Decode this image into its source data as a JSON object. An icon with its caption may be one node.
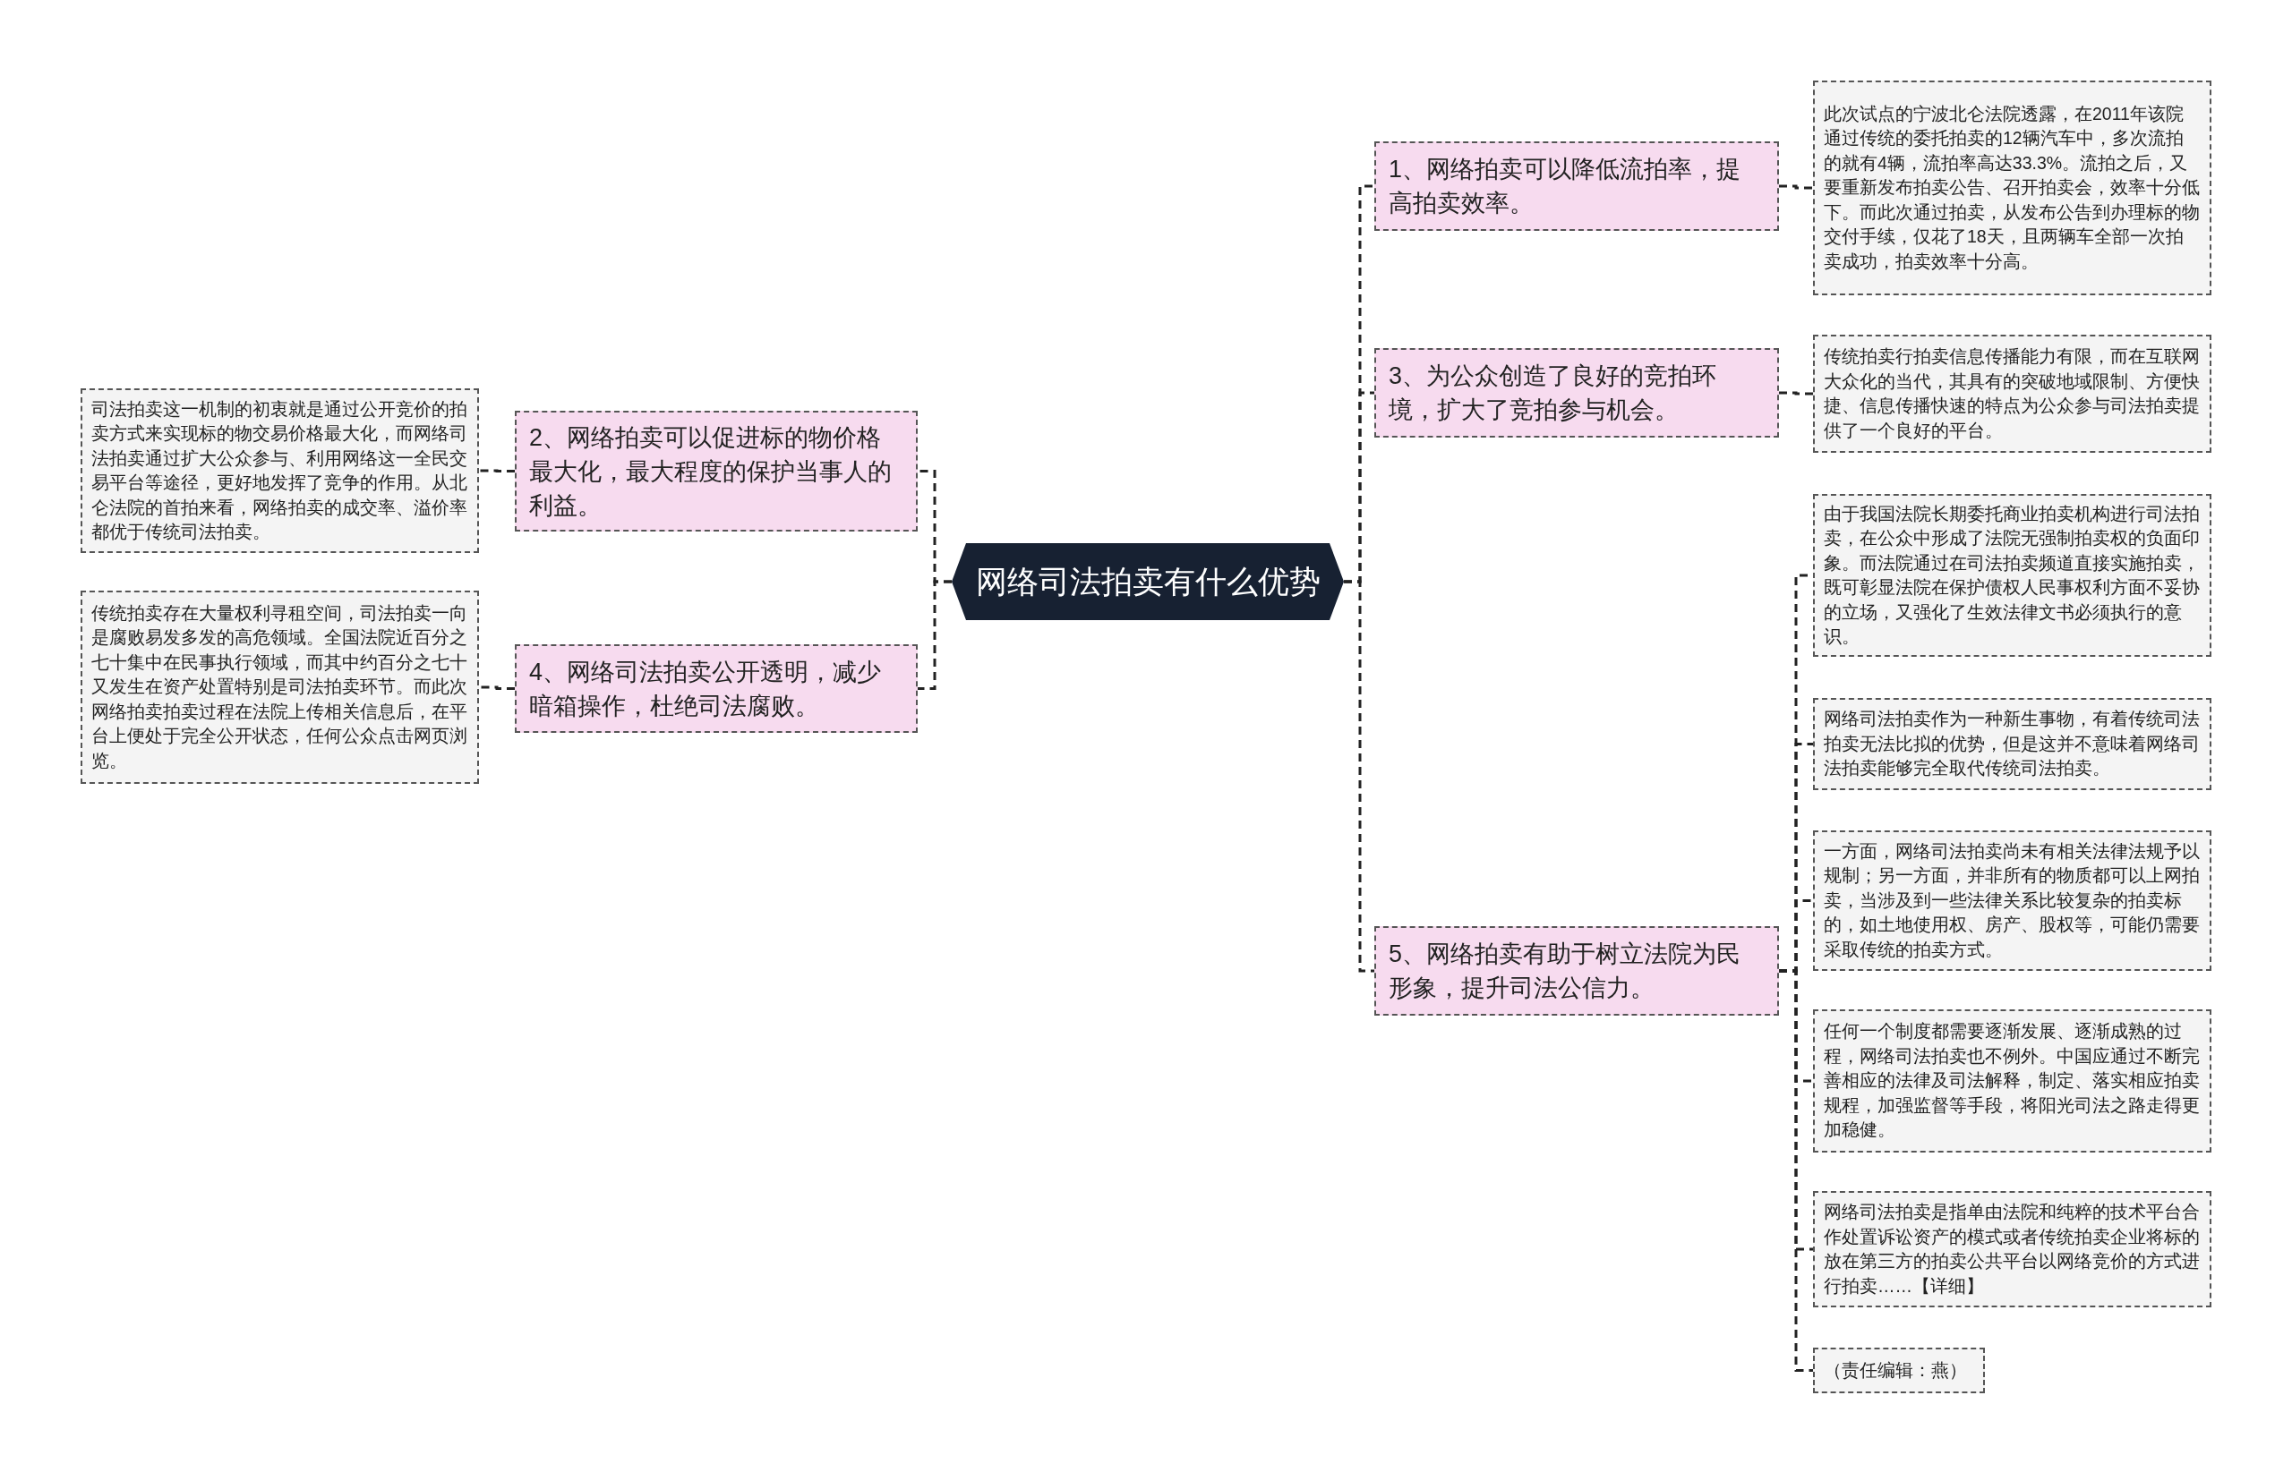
{
  "diagram": {
    "nodes": [
      {
        "text": [
          "网络司法拍卖有什么优势"
        ]
      },
      {
        "text": [
          "1、网络拍卖可以降低流拍率，提高拍卖效率。"
        ]
      },
      {
        "text": [
          "此次试点的宁波北仑法院透露，在2011年该院通过传统的委托拍卖的12辆汽车中，多次流拍的就有4辆，流拍率高达33.3%。流拍之后，又要重新发布拍卖公告、召开拍卖会，效率十分低下。而此次通过拍卖，从发布公告到办理标的物交付手续，仅花了18天，且两辆车全部一次拍卖成功，拍卖效率十分高。"
        ]
      },
      {
        "text": [
          "2、网络拍卖可以促进标的物价格最大化，最大程度的保护当事人的利益。"
        ]
      },
      {
        "text": [
          "司法拍卖这一机制的初衷就是通过公开竞价的拍卖方式来实现标的物交易价格最大化，而网络司法拍卖通过扩大公众参与、利用网络这一全民交易平台等途径，更好地发挥了竞争的作用。从北仑法院的首拍来看，网络拍卖的成交率、溢价率都优于传统司法拍卖。"
        ]
      },
      {
        "text": [
          "3、为公众创造了良好的竞拍环境，扩大了竞拍参与机会。"
        ]
      },
      {
        "text": [
          "传统拍卖行拍卖信息传播能力有限，而在互联网大众化的当代，其具有的突破地域限制、方便快捷、信息传播快速的特点为公众参与司法拍卖提供了一个良好的平台。"
        ]
      },
      {
        "text": [
          "4、网络司法拍卖公开透明，减少暗箱操作，杜绝司法腐败。"
        ]
      },
      {
        "text": [
          "传统拍卖存在大量权利寻租空间，司法拍卖一向是腐败易发多发的高危领域。全国法院近百分之七十集中在民事执行领域，而其中约百分之七十又发生在资产处置特别是司法拍卖环节。而此次网络拍卖拍卖过程在法院上传相关信息后，在平台上便处于完全公开状态，任何公众点击网页浏览。"
        ]
      },
      {
        "text": [
          "5、网络拍卖有助于树立法院为民形象，提升司法公信力。"
        ]
      },
      {
        "text": [
          "由于我国法院长期委托商业拍卖机构进行司法拍卖，在公众中形成了法院无强制拍卖权的负面印象。而法院通过在司法拍卖频道直接实施拍卖，既可彰显法院在保护债权人民事权利方面不妥协的立场，又强化了生效法律文书必须执行的意识。"
        ]
      },
      {
        "text": [
          "网络司法拍卖作为一种新生事物，有着传统司法拍卖无法比拟的优势，但是这并不意味着网络司法拍卖能够完全取代传统司法拍卖。"
        ]
      },
      {
        "text": [
          "一方面，网络司法拍卖尚未有相关法律法规予以规制；另一方面，并非所有的物质都可以上网拍卖，当涉及到一些法律关系比较复杂的拍卖标的，如土地使用权、房产、股权等，可能仍需要采取传统的拍卖方式。"
        ]
      },
      {
        "text": [
          "任何一个制度都需要逐渐发展、逐渐成熟的过程，网络司法拍卖也不例外。中国应通过不断完善相应的法律及司法解释，制定、落实相应拍卖规程，加强监督等手段，将阳光司法之路走得更加稳健。"
        ]
      },
      {
        "text": [
          "网络司法拍卖是指单由法院和纯粹的技术平台合作处置诉讼资产的模式或者传统拍卖企业将标的放在第三方的拍卖公共平台以网络竞价的方式进行拍卖……【详细】"
        ]
      },
      {
        "text": [
          "（责任编辑：燕）"
        ]
      }
    ],
    "edges": [
      {
        "from": 0,
        "to": 1,
        "arrow": "none",
        "style": "dashed"
      },
      {
        "from": 1,
        "to": 2,
        "arrow": "none",
        "style": "dashed"
      },
      {
        "from": 0,
        "to": 3,
        "arrow": "none",
        "style": "dashed"
      },
      {
        "from": 3,
        "to": 4,
        "arrow": "none",
        "style": "dashed"
      },
      {
        "from": 0,
        "to": 5,
        "arrow": "none",
        "style": "dashed"
      },
      {
        "from": 5,
        "to": 6,
        "arrow": "none",
        "style": "dashed"
      },
      {
        "from": 0,
        "to": 7,
        "arrow": "none",
        "style": "dashed"
      },
      {
        "from": 7,
        "to": 8,
        "arrow": "none",
        "style": "dashed"
      },
      {
        "from": 0,
        "to": 9,
        "arrow": "none",
        "style": "dashed"
      },
      {
        "from": 9,
        "to": 10,
        "arrow": "none",
        "style": "dashed"
      },
      {
        "from": 9,
        "to": 11,
        "arrow": "none",
        "style": "dashed"
      },
      {
        "from": 9,
        "to": 12,
        "arrow": "none",
        "style": "dashed"
      },
      {
        "from": 9,
        "to": 13,
        "arrow": "none",
        "style": "dashed"
      },
      {
        "from": 9,
        "to": 14,
        "arrow": "none",
        "style": "dashed"
      },
      {
        "from": 9,
        "to": 15,
        "arrow": "none",
        "style": "dashed"
      }
    ]
  }
}
